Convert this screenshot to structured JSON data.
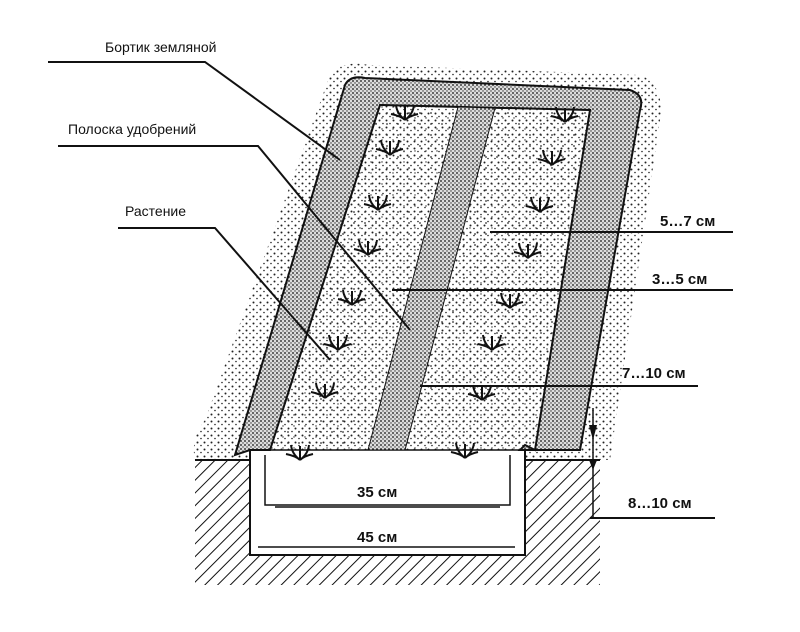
{
  "labels": {
    "berm": "Бортик земляной",
    "fertilizer_strip": "Полоска удобрений",
    "plant": "Растение"
  },
  "dimensions": {
    "berm_width": "5…7 см",
    "strip_width": "3…5 см",
    "plant_offset": "7…10 см",
    "depth": "8…10 см",
    "inner_width": "35 см",
    "outer_width": "45 см"
  },
  "colors": {
    "ink": "#111111",
    "background": "#ffffff"
  }
}
